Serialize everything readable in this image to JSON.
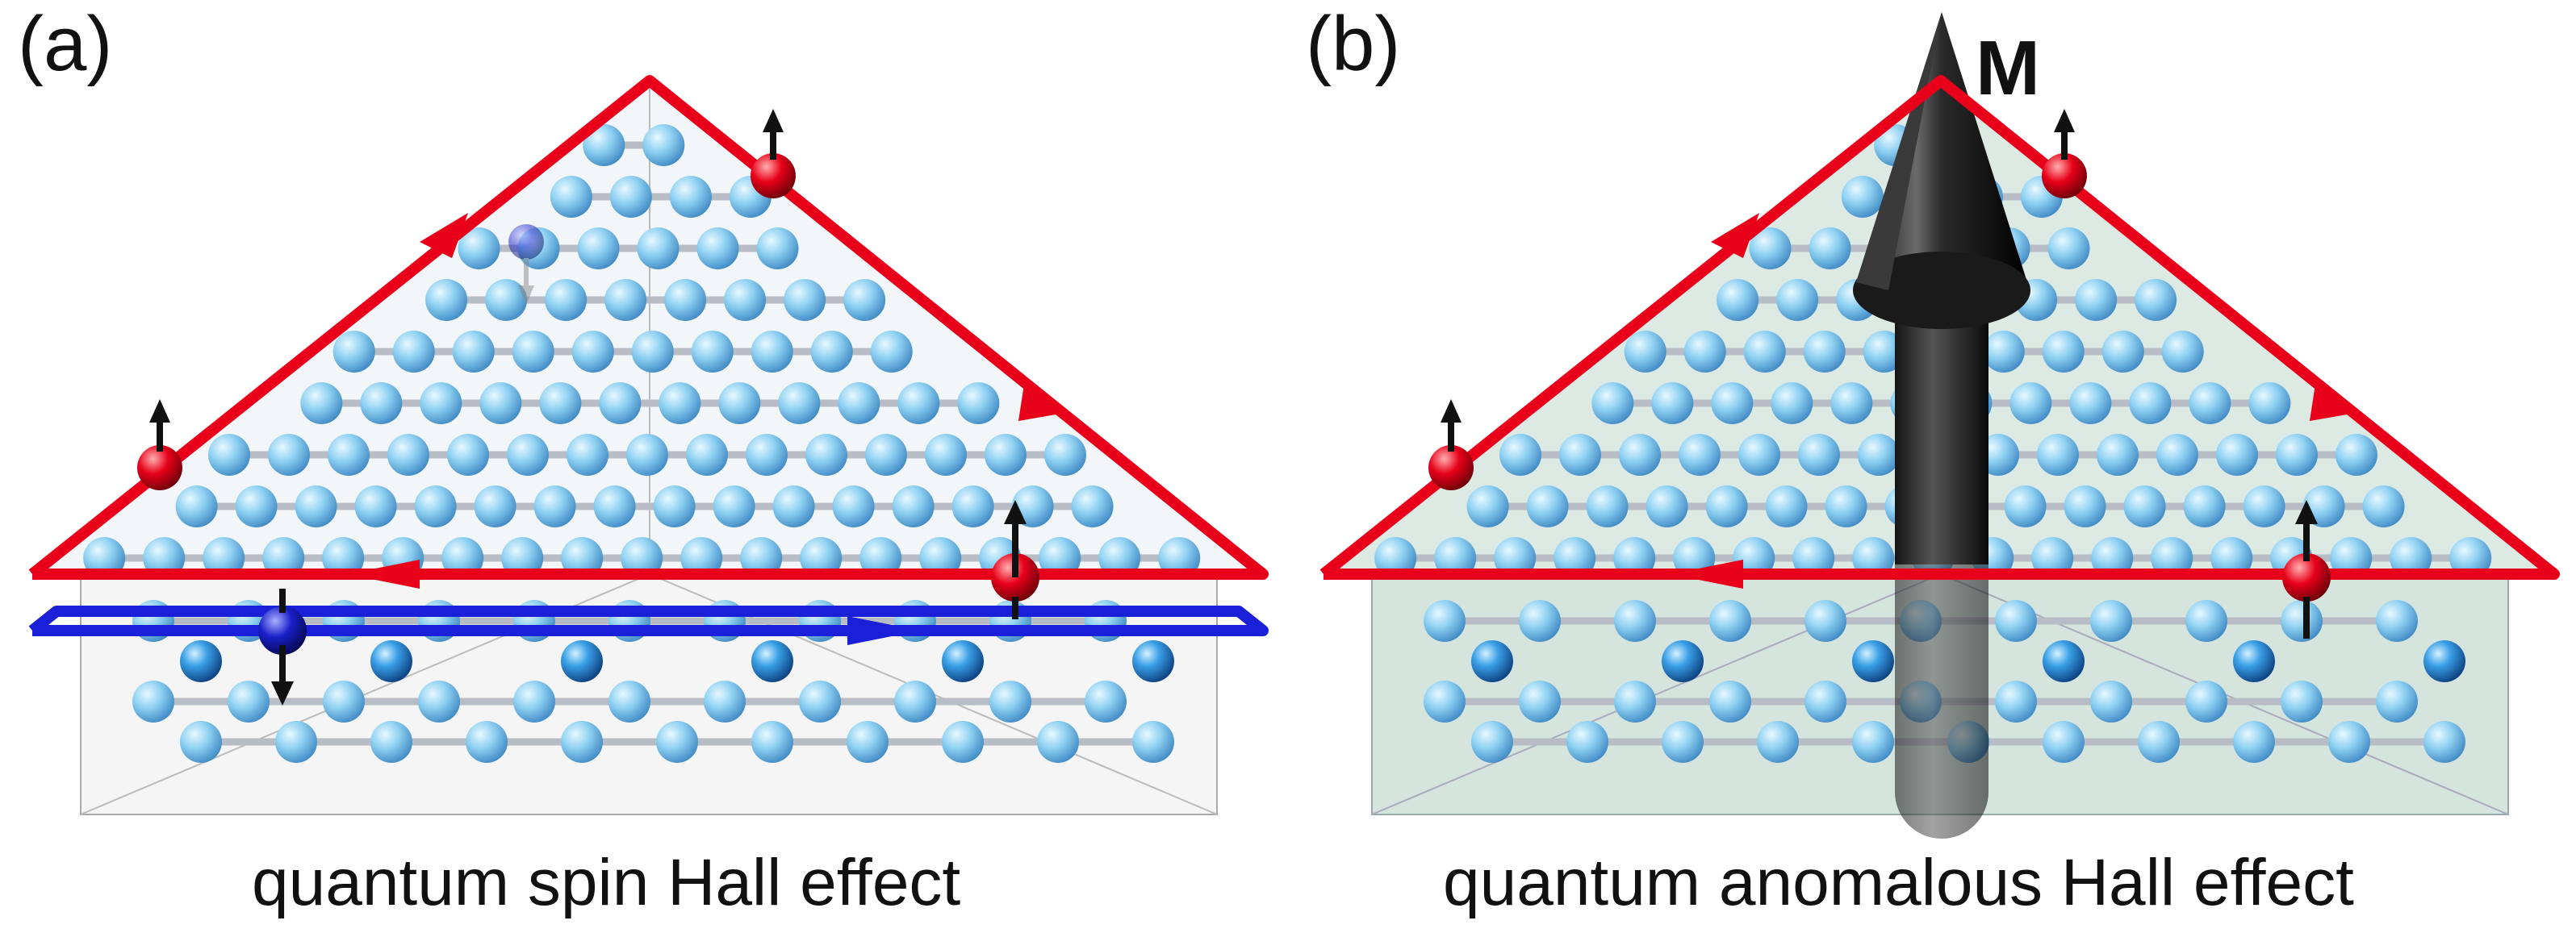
{
  "panels": [
    {
      "label": "(a)",
      "caption": "quantum spin Hall effect"
    },
    {
      "label": "(b)",
      "caption": "quantum anomalous Hall effect"
    }
  ],
  "magnetization_label": "M",
  "colors": {
    "atom": "#8fd1f2",
    "atom_deep": "#3a8fd0",
    "bond": "#b8bcc4",
    "edge_red": "#e8001a",
    "edge_blue": "#1a20d8",
    "spin_arrow": "#111111",
    "box_clear": "#f1f1f1",
    "box_tinted": "#d2e1da"
  },
  "icons": [
    "spin-up-arrow-icon",
    "spin-down-arrow-icon",
    "edge-current-arrow-icon",
    "magnetization-arrow-icon"
  ]
}
